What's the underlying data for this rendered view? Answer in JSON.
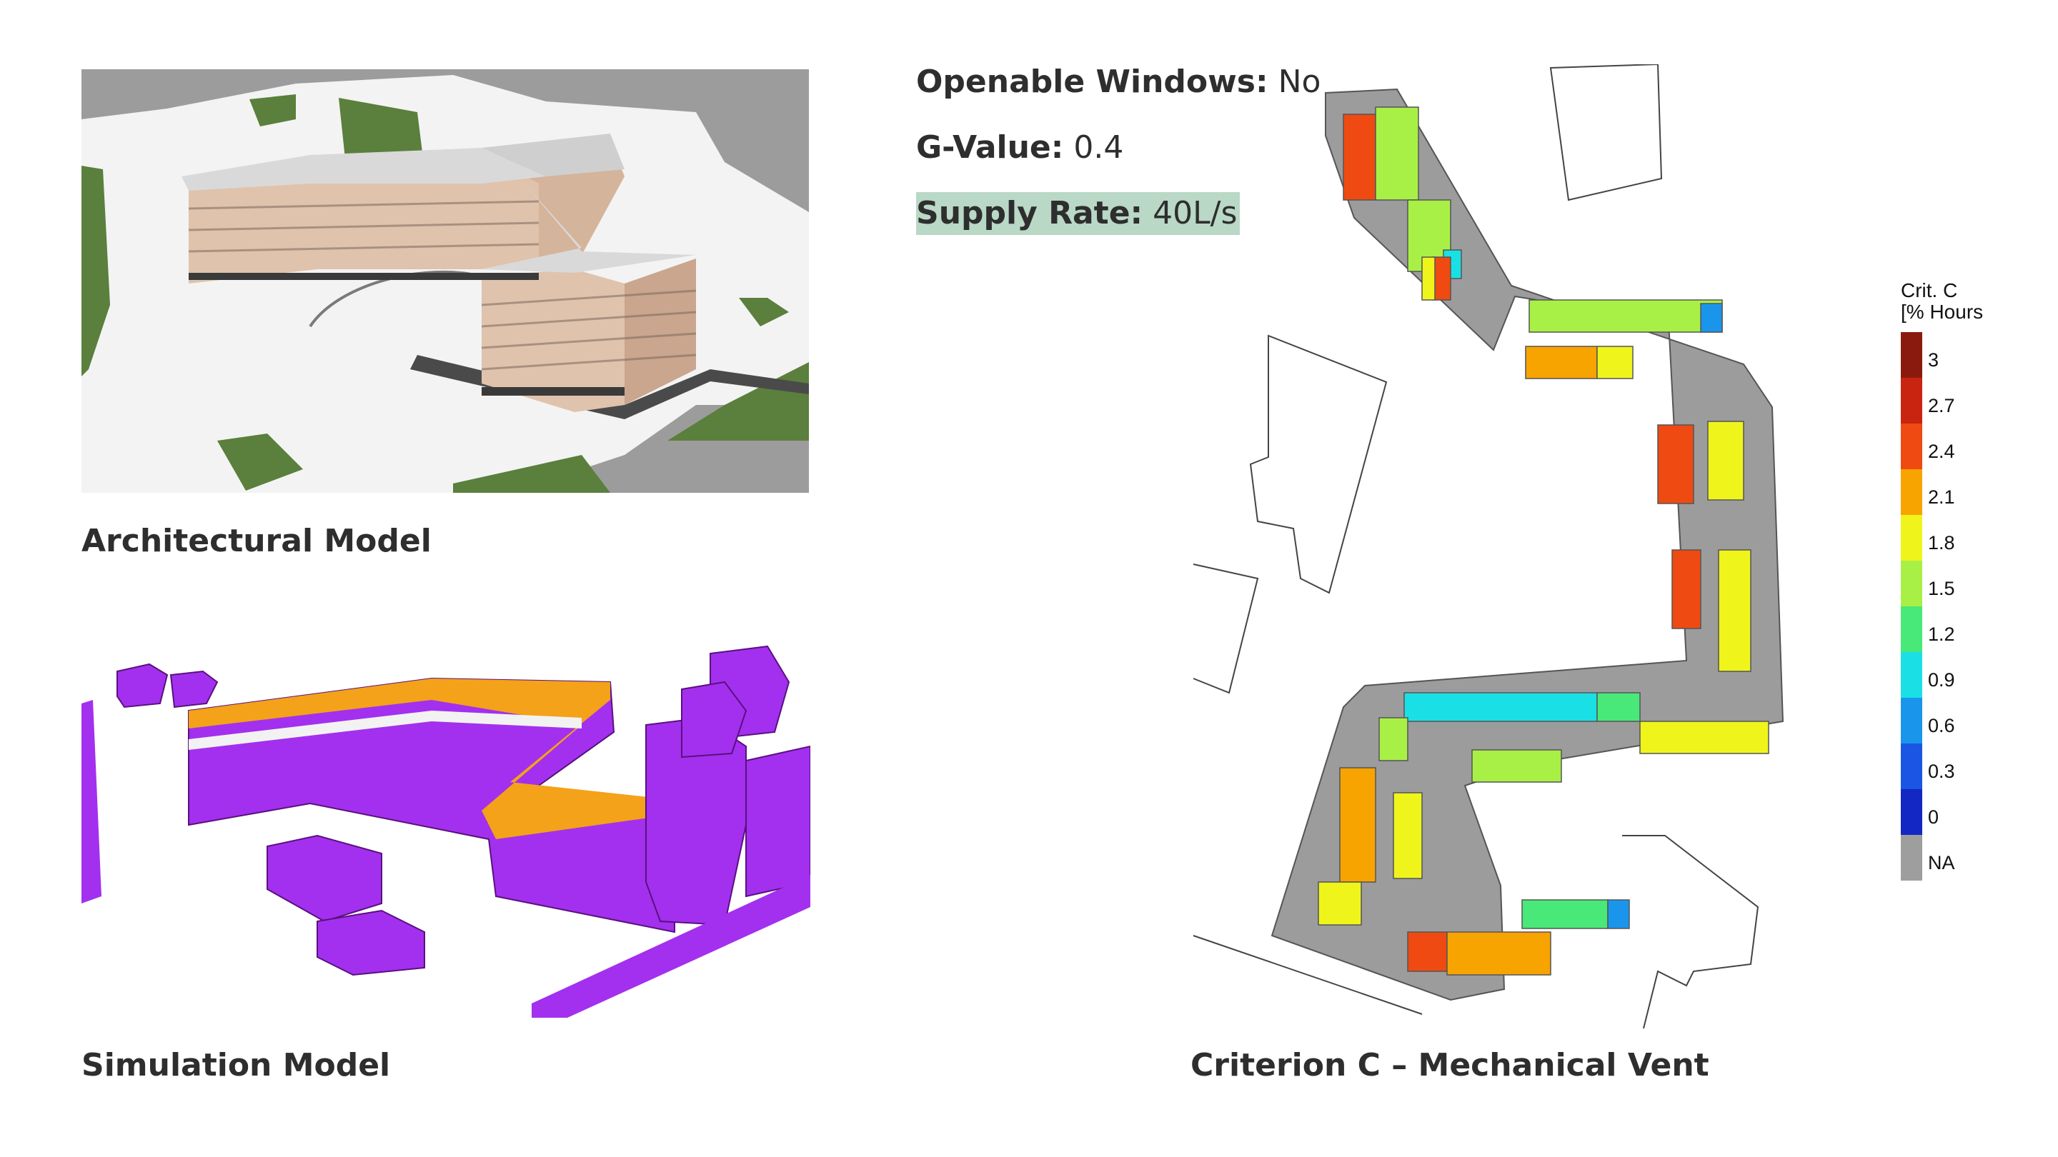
{
  "captions": {
    "architectural": "Architectural Model",
    "simulation": "Simulation Model",
    "criterion": "Criterion C – Mechanical Vent"
  },
  "params": [
    {
      "label": "Openable Windows:",
      "value": "No",
      "highlight": false
    },
    {
      "label": "G-Value:",
      "value": "0.4",
      "highlight": false
    },
    {
      "label": "Supply Rate:",
      "value": "40L/s",
      "highlight": true
    }
  ],
  "legend": {
    "title_line1": "Crit. C",
    "title_line2": "[% Hours",
    "entries": [
      {
        "label": "3",
        "color": "#8b1a0e"
      },
      {
        "label": "2.7",
        "color": "#c9240f"
      },
      {
        "label": "2.4",
        "color": "#ef4a12"
      },
      {
        "label": "2.1",
        "color": "#f7a300"
      },
      {
        "label": "1.8",
        "color": "#eff51a"
      },
      {
        "label": "1.5",
        "color": "#a9f046"
      },
      {
        "label": "1.2",
        "color": "#48e879"
      },
      {
        "label": "0.9",
        "color": "#1ae0e6"
      },
      {
        "label": "0.6",
        "color": "#1996ec"
      },
      {
        "label": "0.3",
        "color": "#1a55e4"
      },
      {
        "label": "0",
        "color": "#1227c4"
      },
      {
        "label": "NA",
        "color": "#9e9e9e"
      }
    ]
  },
  "colors": {
    "render_grey": "#9c9c9c",
    "render_white": "#f2f2f2",
    "render_green": "#5b7f3c",
    "building_beige": "#e0c3ad",
    "sim_purple": "#a330ee",
    "sim_orange": "#f3a21a",
    "plan_grey": "#9c9c9c",
    "highlight": "#b9d8c6"
  }
}
